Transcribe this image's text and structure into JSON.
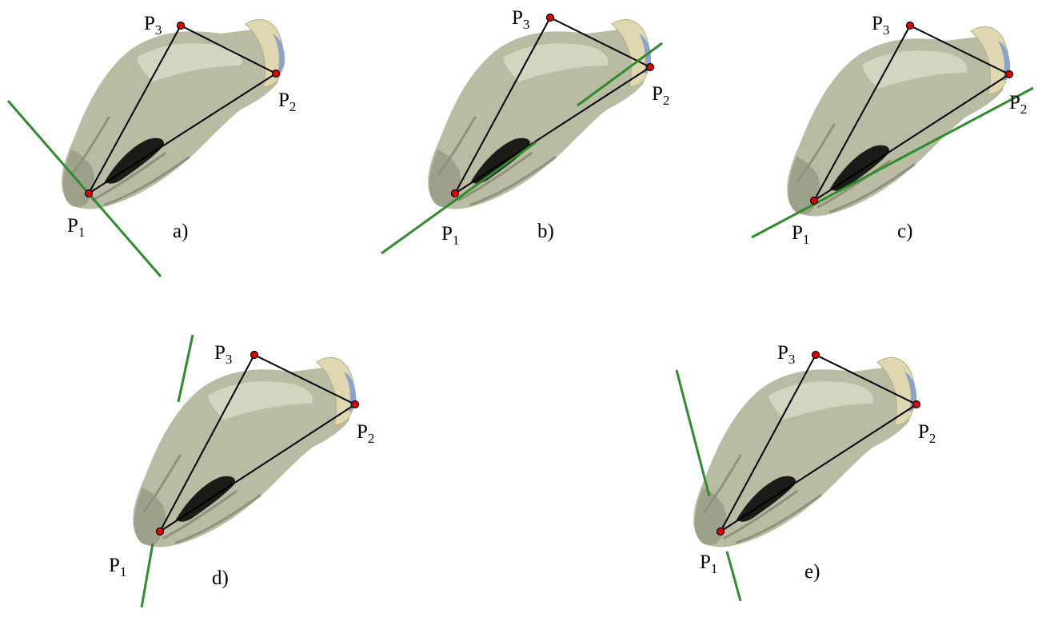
{
  "panels": [
    {
      "id": "a",
      "caption": "a)",
      "points": [
        {
          "label": "P",
          "sub": "1"
        },
        {
          "label": "P",
          "sub": "2"
        },
        {
          "label": "P",
          "sub": "3"
        }
      ]
    },
    {
      "id": "b",
      "caption": "b)",
      "points": [
        {
          "label": "P",
          "sub": "1"
        },
        {
          "label": "P",
          "sub": "2"
        },
        {
          "label": "P",
          "sub": "3"
        }
      ]
    },
    {
      "id": "c",
      "caption": "c)",
      "points": [
        {
          "label": "P",
          "sub": "1"
        },
        {
          "label": "P",
          "sub": "2"
        },
        {
          "label": "P",
          "sub": "3"
        }
      ]
    },
    {
      "id": "d",
      "caption": "d)",
      "points": [
        {
          "label": "P",
          "sub": "1"
        },
        {
          "label": "P",
          "sub": "2"
        },
        {
          "label": "P",
          "sub": "3"
        }
      ]
    },
    {
      "id": "e",
      "caption": "e)",
      "points": [
        {
          "label": "P",
          "sub": "1"
        },
        {
          "label": "P",
          "sub": "2"
        },
        {
          "label": "P",
          "sub": "3"
        }
      ]
    }
  ],
  "colors": {
    "axis_line": "#2e8b2e",
    "marker_point": "#e00000",
    "triangle": "#000000",
    "glove": "#b9bca3"
  },
  "icons": [
    "robotic-hand-glove"
  ]
}
